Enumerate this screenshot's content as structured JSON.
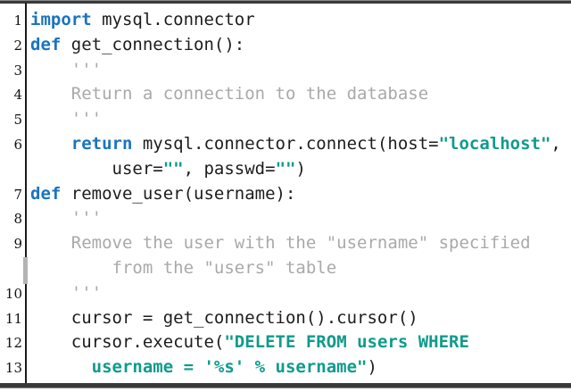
{
  "listing": {
    "language": "python",
    "colors": {
      "keyword": "#1a74c0",
      "string": "#0f9b8b",
      "comment": "#a9a9a9",
      "text": "#1c1c1c",
      "line_number": "#111111",
      "rule": "#1a1a1a",
      "artifact": "#b4b4b4",
      "background": "#ffffff"
    },
    "lines": [
      {
        "num": "1",
        "indent": 0,
        "segments": [
          {
            "type": "keyword",
            "text": "import"
          },
          {
            "type": "plain",
            "text": " mysql.connector"
          }
        ]
      },
      {
        "num": "2",
        "indent": 0,
        "segments": [
          {
            "type": "keyword",
            "text": "def"
          },
          {
            "type": "plain",
            "text": " get_connection():"
          }
        ]
      },
      {
        "num": "3",
        "indent": 4,
        "segments": [
          {
            "type": "comment",
            "text": "'''"
          }
        ]
      },
      {
        "num": "4",
        "indent": 4,
        "segments": [
          {
            "type": "comment",
            "text": "Return a connection to the database"
          }
        ]
      },
      {
        "num": "5",
        "indent": 4,
        "segments": [
          {
            "type": "comment",
            "text": "'''"
          }
        ]
      },
      {
        "num": "6",
        "indent": 4,
        "segments": [
          {
            "type": "keyword",
            "text": "return"
          },
          {
            "type": "plain",
            "text": " mysql.connector.connect(host="
          },
          {
            "type": "string",
            "text": "\"localhost\""
          },
          {
            "type": "plain",
            "text": ","
          }
        ]
      },
      {
        "num": "",
        "indent": 8,
        "segments": [
          {
            "type": "plain",
            "text": "user="
          },
          {
            "type": "string",
            "text": "\"\""
          },
          {
            "type": "plain",
            "text": ", passwd="
          },
          {
            "type": "string",
            "text": "\"\""
          },
          {
            "type": "plain",
            "text": ")"
          }
        ]
      },
      {
        "num": "7",
        "indent": 0,
        "segments": [
          {
            "type": "keyword",
            "text": "def"
          },
          {
            "type": "plain",
            "text": " remove_user(username):"
          }
        ]
      },
      {
        "num": "8",
        "indent": 4,
        "segments": [
          {
            "type": "comment",
            "text": "'''"
          }
        ]
      },
      {
        "num": "9",
        "indent": 4,
        "segments": [
          {
            "type": "comment",
            "text": "Remove the user with the \"username\" specified"
          }
        ]
      },
      {
        "num": "",
        "indent": 8,
        "segments": [
          {
            "type": "comment",
            "text": "from the \"users\" table"
          }
        ]
      },
      {
        "num": "10",
        "indent": 4,
        "segments": [
          {
            "type": "comment",
            "text": "'''"
          }
        ]
      },
      {
        "num": "11",
        "indent": 4,
        "segments": [
          {
            "type": "plain",
            "text": "cursor = get_connection().cursor()"
          }
        ]
      },
      {
        "num": "12",
        "indent": 4,
        "segments": [
          {
            "type": "plain",
            "text": "cursor.execute("
          },
          {
            "type": "string",
            "text": "\"DELETE FROM users WHERE"
          }
        ]
      },
      {
        "num": "13",
        "indent": 6,
        "segments": [
          {
            "type": "string",
            "text": "username = '%s' % username\""
          },
          {
            "type": "plain",
            "text": ")"
          }
        ]
      }
    ]
  }
}
